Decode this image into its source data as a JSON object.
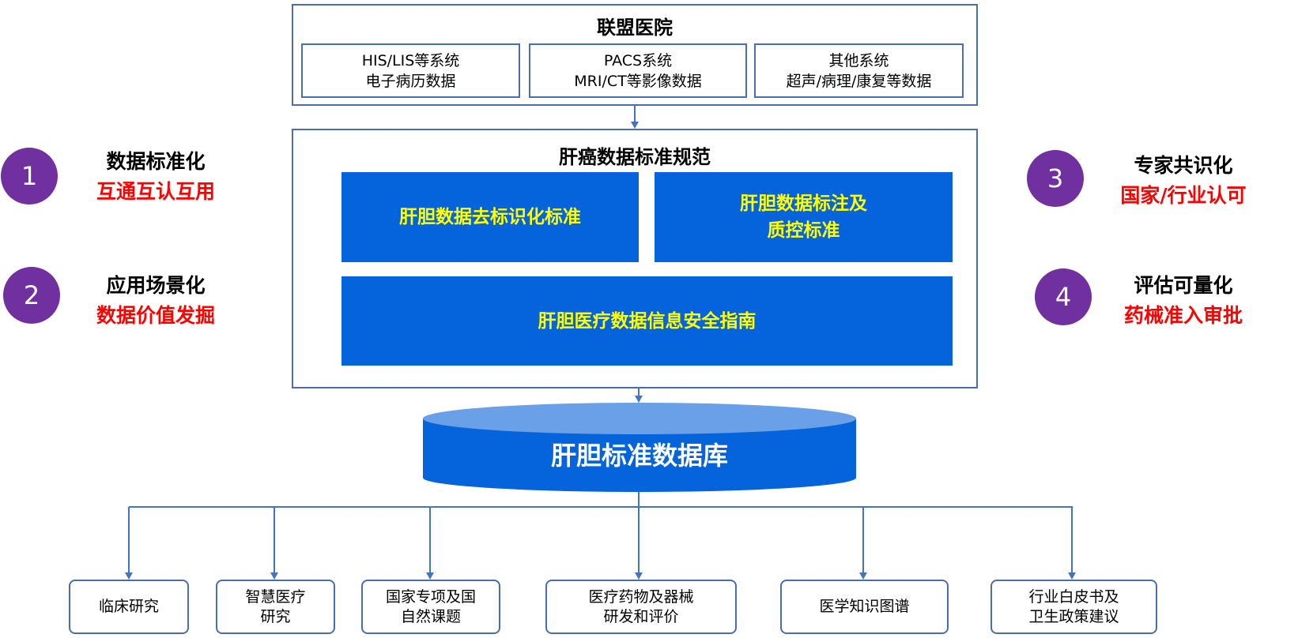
{
  "hospital": {
    "title": "联盟医院",
    "systems": [
      {
        "line1": "HIS/LIS等系统",
        "line2": "电子病历数据"
      },
      {
        "line1": "PACS系统",
        "line2": "MRI/CT等影像数据"
      },
      {
        "line1": "其他系统",
        "line2": "超声/病理/康复等数据"
      }
    ]
  },
  "standards": {
    "title": "肝癌数据标准规范",
    "items": [
      {
        "line1": "肝胆数据去标识化标准"
      },
      {
        "line1": "肝胆数据标注及",
        "line2": "质控标准"
      },
      {
        "line1": "肝胆医疗数据信息安全指南"
      }
    ]
  },
  "database": {
    "label": "肝胆标准数据库"
  },
  "principles": [
    {
      "number": "1",
      "title": "数据标准化",
      "subtitle": "互通互认互用"
    },
    {
      "number": "2",
      "title": "应用场景化",
      "subtitle": "数据价值发掘"
    },
    {
      "number": "3",
      "title": "专家共识化",
      "subtitle": "国家/行业认可"
    },
    {
      "number": "4",
      "title": "评估可量化",
      "subtitle": "药械准入审批"
    }
  ],
  "outputs": [
    {
      "line1": "临床研究"
    },
    {
      "line1": "智慧医疗",
      "line2": "研究"
    },
    {
      "line1": "国家专项及国",
      "line2": "自然课题"
    },
    {
      "line1": "医疗药物及器械",
      "line2": "研发和评价"
    },
    {
      "line1": "医学知识图谱"
    },
    {
      "line1": "行业白皮书及",
      "line2": "卫生政策建议"
    }
  ],
  "colors": {
    "blue": "#0563dc",
    "border": "#4a6bb5",
    "purple": "#7030a0",
    "red": "#ff0000",
    "yellow": "#ffff00"
  }
}
